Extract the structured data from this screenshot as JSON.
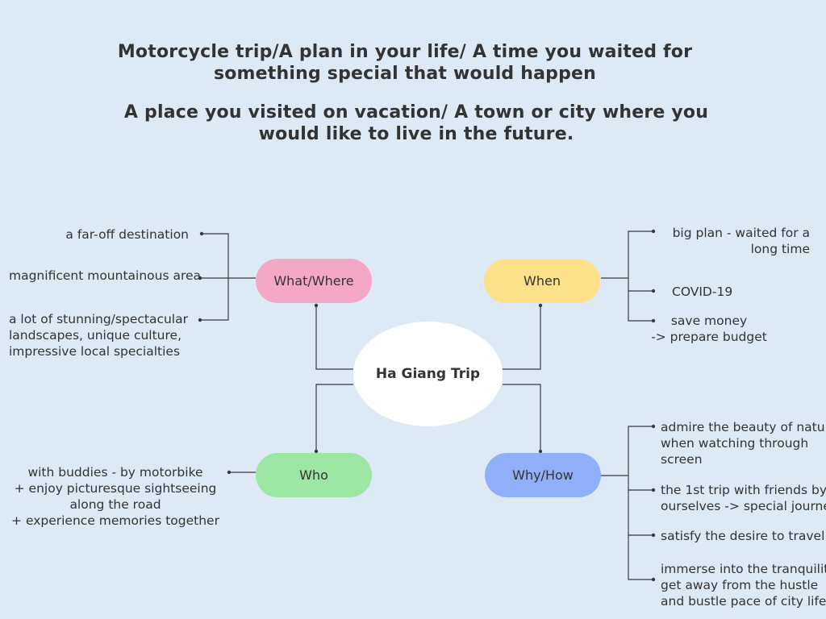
{
  "titles": {
    "line1": "Motorcycle trip/A plan in your life/ A time you waited for",
    "line2": "something special that would happen",
    "line3": "A place you visited on vacation/ A town or city where you",
    "line4": "would like to live in the future."
  },
  "center": {
    "label": "Ha Giang Trip",
    "color": "#ffffff"
  },
  "branches": {
    "what_where": {
      "label": "What/Where",
      "color": "#f5a8c6",
      "items": [
        {
          "lines": [
            "a far-off destination"
          ]
        },
        {
          "lines": [
            "magnificent mountainous area"
          ]
        },
        {
          "lines": [
            "a lot of stunning/spectacular",
            "landscapes, unique culture,",
            "impressive local specialties"
          ]
        }
      ]
    },
    "when": {
      "label": "When",
      "color": "#fde08a",
      "items": [
        {
          "lines": [
            "big plan - waited for a",
            "long time"
          ]
        },
        {
          "lines": [
            "COVID-19"
          ]
        },
        {
          "lines": [
            "save money",
            "-> prepare budget"
          ]
        }
      ]
    },
    "who": {
      "label": "Who",
      "color": "#9ee6a4",
      "items": [
        {
          "lines": [
            "with buddies - by motorbike",
            "+ enjoy picturesque sightseeing",
            "along the road",
            "+ experience memories together"
          ]
        }
      ]
    },
    "why_how": {
      "label": "Why/How",
      "color": "#8fb0f8",
      "items": [
        {
          "lines": [
            "admire the beauty of nature",
            "when watching through",
            "screen"
          ]
        },
        {
          "lines": [
            "the 1st trip with friends by",
            "ourselves -> special journey"
          ]
        },
        {
          "lines": [
            "satisfy the desire to travel"
          ]
        },
        {
          "lines": [
            "immerse into the tranquility,",
            "get away from the hustle",
            "and bustle pace of city life"
          ]
        }
      ]
    }
  },
  "colors": {
    "background": "#dde9f4",
    "line": "#3a3a3a"
  }
}
